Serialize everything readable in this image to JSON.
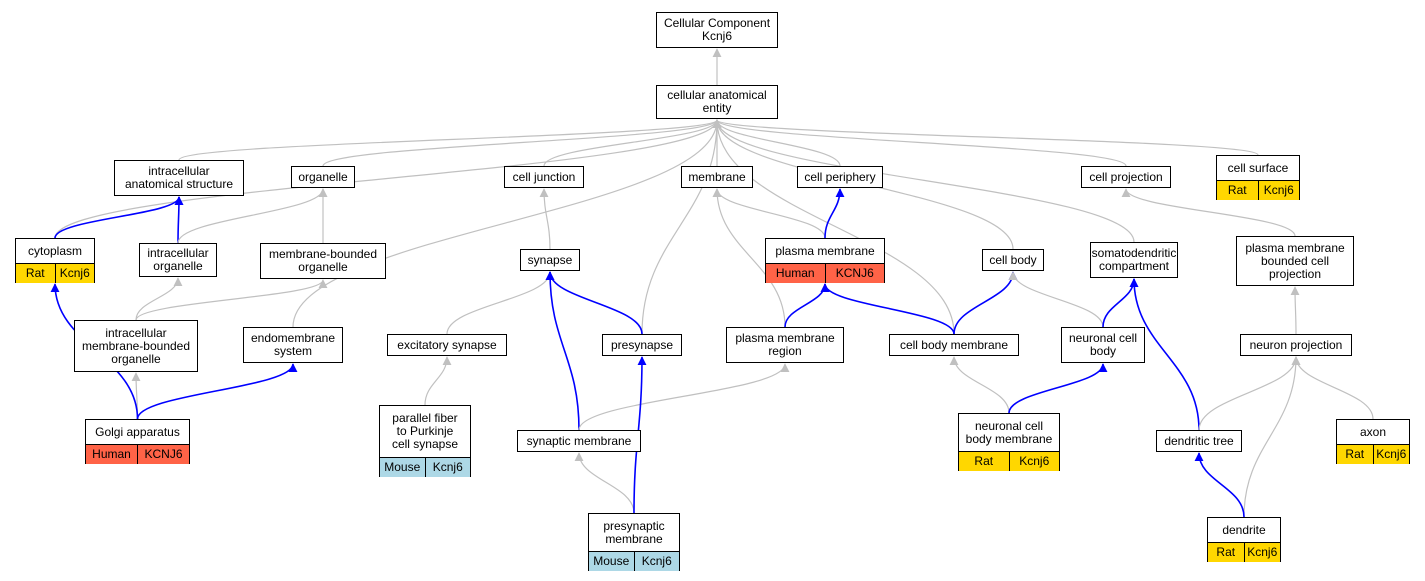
{
  "colors": {
    "gray_edge": "#c0c0c0",
    "blue_edge": "#0000ff",
    "rat": "#ffd700",
    "human": "#ff6347",
    "mouse": "#add8e6"
  },
  "nodes": [
    {
      "id": "cc",
      "label": "Cellular Component\nKcnj6"
    },
    {
      "id": "cae",
      "label": "cellular anatomical\nentity"
    },
    {
      "id": "ias",
      "label": "intracellular\nanatomical structure"
    },
    {
      "id": "organelle",
      "label": "organelle"
    },
    {
      "id": "celljunction",
      "label": "cell junction"
    },
    {
      "id": "membrane",
      "label": "membrane"
    },
    {
      "id": "cellperiphery",
      "label": "cell periphery"
    },
    {
      "id": "cellprojection",
      "label": "cell projection"
    },
    {
      "id": "cellsurface",
      "label": "cell surface",
      "species": "Rat",
      "gene": "Kcnj6",
      "color": "rat"
    },
    {
      "id": "cytoplasm",
      "label": "cytoplasm",
      "species": "Rat",
      "gene": "Kcnj6",
      "color": "rat"
    },
    {
      "id": "intraorg",
      "label": "intracellular\norganelle"
    },
    {
      "id": "mbo",
      "label": "membrane-bounded\norganelle"
    },
    {
      "id": "synapse",
      "label": "synapse"
    },
    {
      "id": "plasmamembrane",
      "label": "plasma membrane",
      "species": "Human",
      "gene": "KCNJ6",
      "color": "human"
    },
    {
      "id": "cellbody",
      "label": "cell body"
    },
    {
      "id": "somato",
      "label": "somatodendritic\ncompartment"
    },
    {
      "id": "pmbcp",
      "label": "plasma membrane\nbounded cell\nprojection"
    },
    {
      "id": "imbo",
      "label": "intracellular\nmembrane-bounded\norganelle"
    },
    {
      "id": "endomembrane",
      "label": "endomembrane\nsystem"
    },
    {
      "id": "excsyn",
      "label": "excitatory synapse"
    },
    {
      "id": "presynapse",
      "label": "presynapse"
    },
    {
      "id": "pmregion",
      "label": "plasma membrane\nregion"
    },
    {
      "id": "cbm",
      "label": "cell body membrane"
    },
    {
      "id": "ncb",
      "label": "neuronal cell\nbody"
    },
    {
      "id": "neuronproj",
      "label": "neuron projection"
    },
    {
      "id": "golgi",
      "label": "Golgi apparatus",
      "species": "Human",
      "gene": "KCNJ6",
      "color": "human"
    },
    {
      "id": "pfpcs",
      "label": "parallel fiber\nto Purkinje\ncell synapse",
      "species": "Mouse",
      "gene": "Kcnj6",
      "color": "mouse"
    },
    {
      "id": "synmem",
      "label": "synaptic membrane"
    },
    {
      "id": "ncbm",
      "label": "neuronal cell\nbody membrane",
      "species": "Rat",
      "gene": "Kcnj6",
      "color": "rat"
    },
    {
      "id": "dendtree",
      "label": "dendritic tree"
    },
    {
      "id": "axon",
      "label": "axon",
      "species": "Rat",
      "gene": "Kcnj6",
      "color": "rat"
    },
    {
      "id": "presynmem",
      "label": "presynaptic\nmembrane",
      "species": "Mouse",
      "gene": "Kcnj6",
      "color": "mouse"
    },
    {
      "id": "dendrite",
      "label": "dendrite",
      "species": "Rat",
      "gene": "Kcnj6",
      "color": "rat"
    }
  ],
  "edges": [
    {
      "from": "cae",
      "to": "cc",
      "kind": "gray"
    },
    {
      "from": "ias",
      "to": "cae",
      "kind": "gray"
    },
    {
      "from": "organelle",
      "to": "cae",
      "kind": "gray"
    },
    {
      "from": "celljunction",
      "to": "cae",
      "kind": "gray"
    },
    {
      "from": "membrane",
      "to": "cae",
      "kind": "gray"
    },
    {
      "from": "cellperiphery",
      "to": "cae",
      "kind": "gray"
    },
    {
      "from": "cellprojection",
      "to": "cae",
      "kind": "gray"
    },
    {
      "from": "cellsurface",
      "to": "cae",
      "kind": "gray"
    },
    {
      "from": "cytoplasm",
      "to": "cae",
      "kind": "gray"
    },
    {
      "from": "endomembrane",
      "to": "cae",
      "kind": "gray"
    },
    {
      "from": "presynapse",
      "to": "cae",
      "kind": "gray"
    },
    {
      "from": "cbm",
      "to": "cae",
      "kind": "gray"
    },
    {
      "from": "cellbody",
      "to": "cae",
      "kind": "gray"
    },
    {
      "from": "somato",
      "to": "cae",
      "kind": "gray"
    },
    {
      "from": "cytoplasm",
      "to": "ias",
      "kind": "blue"
    },
    {
      "from": "intraorg",
      "to": "ias",
      "kind": "blue"
    },
    {
      "from": "intraorg",
      "to": "organelle",
      "kind": "gray"
    },
    {
      "from": "mbo",
      "to": "organelle",
      "kind": "gray"
    },
    {
      "from": "synapse",
      "to": "celljunction",
      "kind": "gray"
    },
    {
      "from": "plasmamembrane",
      "to": "membrane",
      "kind": "gray"
    },
    {
      "from": "pmregion",
      "to": "membrane",
      "kind": "gray"
    },
    {
      "from": "plasmamembrane",
      "to": "cellperiphery",
      "kind": "blue"
    },
    {
      "from": "pmbcp",
      "to": "cellprojection",
      "kind": "gray"
    },
    {
      "from": "imbo",
      "to": "intraorg",
      "kind": "gray"
    },
    {
      "from": "imbo",
      "to": "mbo",
      "kind": "gray"
    },
    {
      "from": "excsyn",
      "to": "synapse",
      "kind": "gray"
    },
    {
      "from": "presynapse",
      "to": "synapse",
      "kind": "blue"
    },
    {
      "from": "synmem",
      "to": "synapse",
      "kind": "blue"
    },
    {
      "from": "pmregion",
      "to": "plasmamembrane",
      "kind": "blue"
    },
    {
      "from": "cbm",
      "to": "plasmamembrane",
      "kind": "blue"
    },
    {
      "from": "cbm",
      "to": "cellbody",
      "kind": "blue"
    },
    {
      "from": "ncb",
      "to": "cellbody",
      "kind": "gray"
    },
    {
      "from": "ncb",
      "to": "somato",
      "kind": "blue"
    },
    {
      "from": "dendtree",
      "to": "somato",
      "kind": "blue"
    },
    {
      "from": "neuronproj",
      "to": "pmbcp",
      "kind": "gray"
    },
    {
      "from": "golgi",
      "to": "imbo",
      "kind": "gray"
    },
    {
      "from": "golgi",
      "to": "cytoplasm",
      "kind": "blue"
    },
    {
      "from": "golgi",
      "to": "endomembrane",
      "kind": "blue"
    },
    {
      "from": "pfpcs",
      "to": "excsyn",
      "kind": "gray"
    },
    {
      "from": "synmem",
      "to": "pmregion",
      "kind": "gray"
    },
    {
      "from": "ncbm",
      "to": "cbm",
      "kind": "gray"
    },
    {
      "from": "ncbm",
      "to": "ncb",
      "kind": "blue"
    },
    {
      "from": "dendtree",
      "to": "neuronproj",
      "kind": "gray"
    },
    {
      "from": "axon",
      "to": "neuronproj",
      "kind": "gray"
    },
    {
      "from": "dendrite",
      "to": "neuronproj",
      "kind": "gray"
    },
    {
      "from": "presynmem",
      "to": "synmem",
      "kind": "gray"
    },
    {
      "from": "presynmem",
      "to": "presynapse",
      "kind": "blue"
    },
    {
      "from": "dendrite",
      "to": "dendtree",
      "kind": "blue"
    }
  ]
}
